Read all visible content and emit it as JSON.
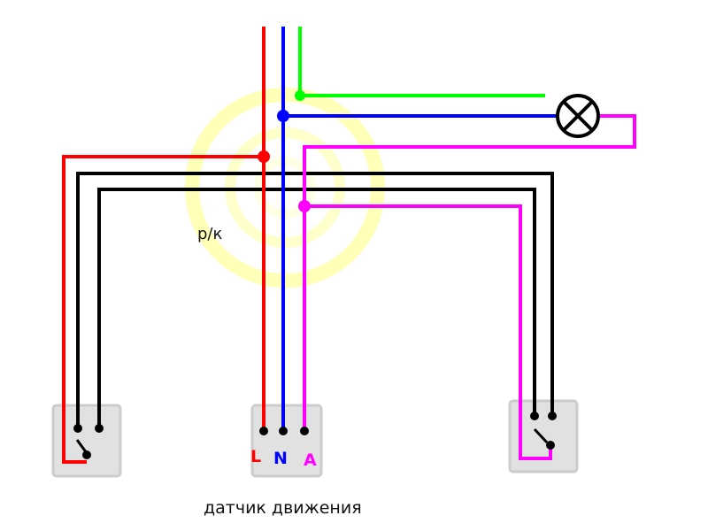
{
  "labels": {
    "junction_box": "р/к",
    "sensor_caption": "датчик движения",
    "terminal_l": "L",
    "terminal_n": "N",
    "terminal_a": "A"
  },
  "colors": {
    "phase": "#ff0000",
    "neutral": "#0000ff",
    "ground": "#00ff00",
    "switched": "#ff00ff",
    "traveler": "#000000",
    "glow": "#ffff80",
    "switch_plate": "#d8d8d8"
  },
  "icons": {
    "lamp": "lamp-icon",
    "switch_left": "two-way-switch-icon",
    "switch_right": "two-way-switch-icon",
    "sensor": "motion-sensor-icon"
  }
}
